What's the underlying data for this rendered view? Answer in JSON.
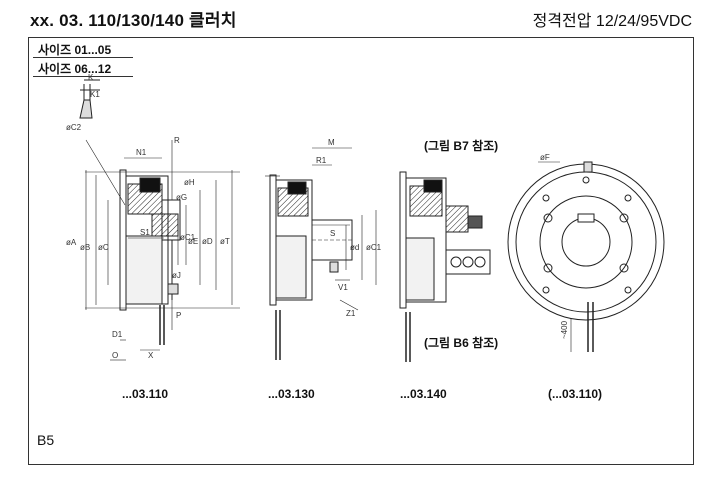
{
  "header": {
    "title": "xx. 03. 110/130/140 클러치",
    "voltage": "정격전압 12/24/95VDC"
  },
  "sizes": [
    "사이즈 01...05",
    "사이즈 06...12"
  ],
  "references": [
    "(그림 B7 참조)",
    "(그림 B6 참조)"
  ],
  "captions": [
    "...03.110",
    "...03.130",
    "...03.140",
    "(...03.110)"
  ],
  "page_code": "B5",
  "dim_labels": {
    "k": "K",
    "k1": "K1",
    "c2": "øC2",
    "n1": "N1",
    "r": "R",
    "m": "M",
    "r1": "R1",
    "s1": "S1",
    "s": "S",
    "a": "øA",
    "b": "øB",
    "c": "øC",
    "c1": "øC1",
    "e": "øE",
    "d": "øD",
    "t": "øT",
    "h": "øH",
    "g": "øG",
    "j": "øJ",
    "p": "P",
    "d1": "D1",
    "o": "O",
    "x": "X",
    "v1": "V1",
    "z1": "Z1",
    "dd": "ød",
    "f": "øF",
    "len": "~400"
  }
}
